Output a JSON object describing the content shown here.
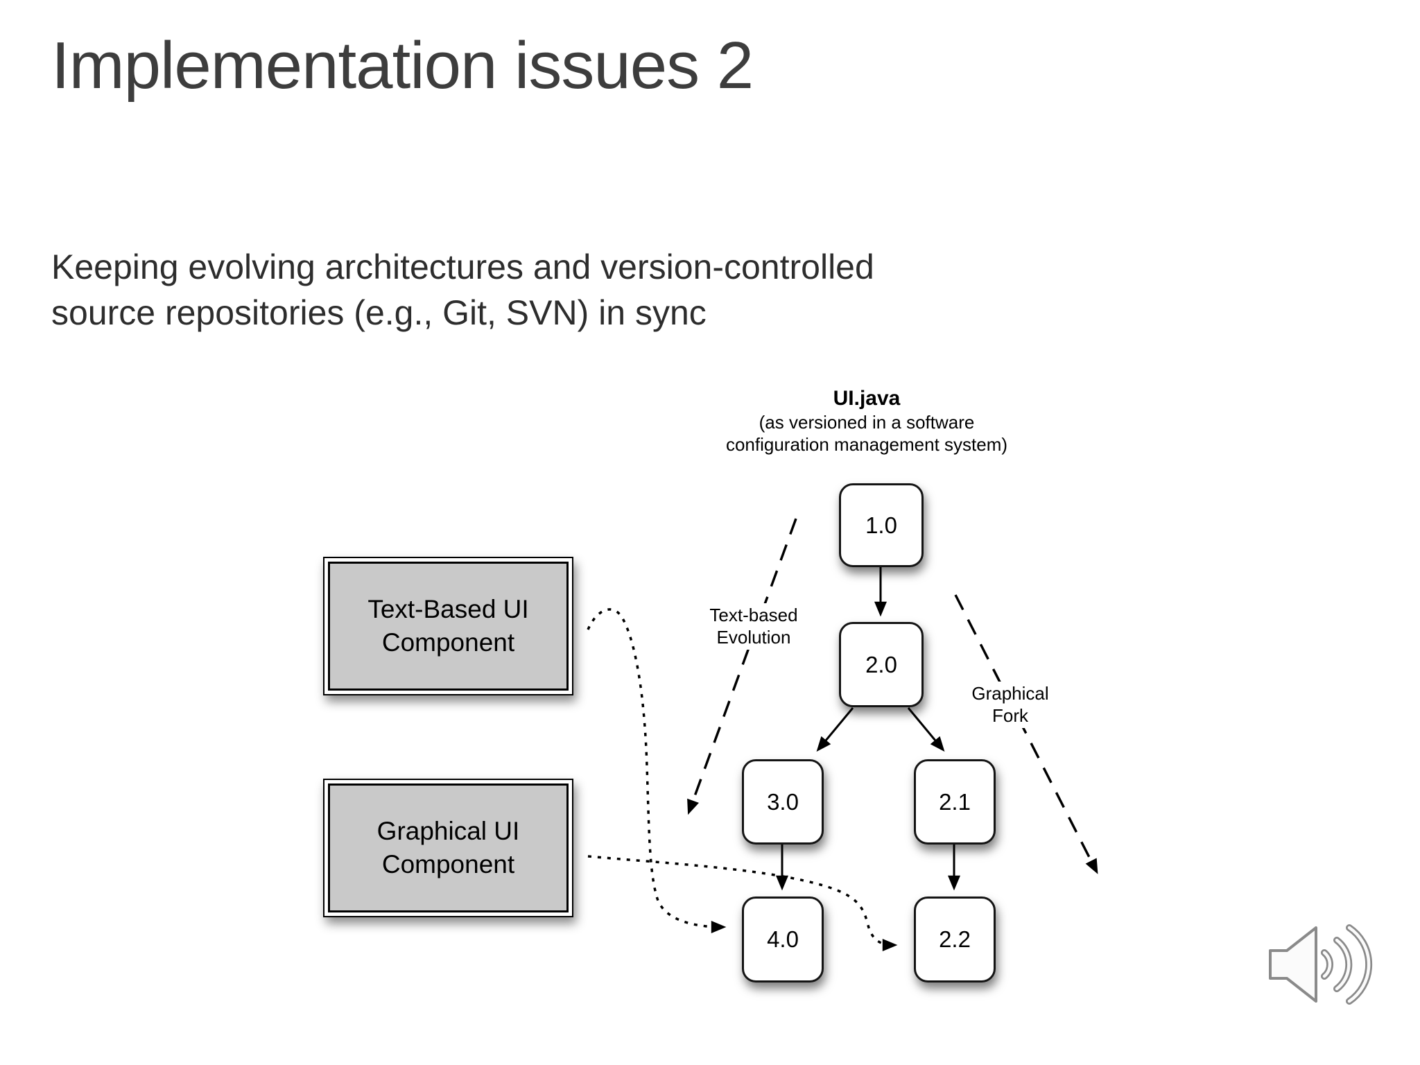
{
  "slide": {
    "title": "Implementation issues 2",
    "subtitle": "Keeping evolving architectures and version-controlled source repositories (e.g., Git, SVN) in sync"
  },
  "diagram": {
    "file_label": {
      "title": "UI.java",
      "caption": "(as versioned in a software\nconfiguration management system)"
    },
    "component_boxes": [
      {
        "id": "text-based-ui",
        "label": "Text-Based UI\nComponent"
      },
      {
        "id": "graphical-ui",
        "label": "Graphical UI\nComponent"
      }
    ],
    "nodes": [
      {
        "id": "v1.0",
        "label": "1.0"
      },
      {
        "id": "v2.0",
        "label": "2.0"
      },
      {
        "id": "v3.0",
        "label": "3.0"
      },
      {
        "id": "v2.1",
        "label": "2.1"
      },
      {
        "id": "v4.0",
        "label": "4.0"
      },
      {
        "id": "v2.2",
        "label": "2.2"
      }
    ],
    "edge_labels": [
      {
        "id": "text-based-evolution",
        "label": "Text-based\nEvolution"
      },
      {
        "id": "graphical-fork",
        "label": "Graphical\nFork"
      }
    ],
    "solid_edges": [
      "1.0→2.0",
      "2.0→3.0",
      "2.0→2.1",
      "3.0→4.0",
      "2.1→2.2"
    ],
    "dotted_links": [
      "Text-Based UI Component→4.0",
      "Graphical UI Component→2.2"
    ],
    "colors": {
      "component_fill": "#c9c9c9",
      "node_fill": "#ffffff",
      "line": "#000000",
      "title_text": "#3d3d3d",
      "speaker_icon_stroke": "#8a8a8a"
    }
  },
  "icons": {
    "audio": "speaker-with-sound-waves-icon"
  }
}
